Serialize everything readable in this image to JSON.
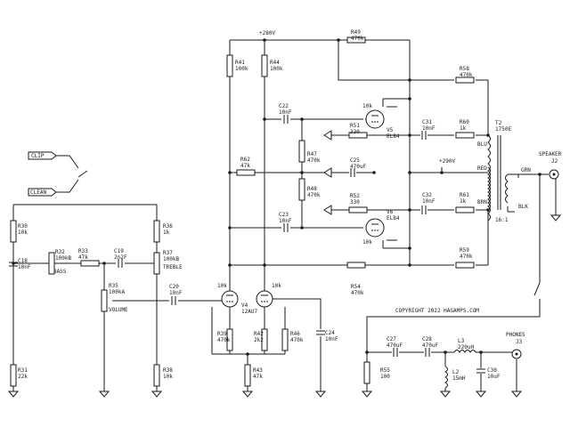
{
  "supply": {
    "hv": "+280V",
    "screen": "+290V"
  },
  "inputs": [
    {
      "id": "in-clip",
      "label": "CLIP"
    },
    {
      "id": "in-clean",
      "label": "CLEAN"
    }
  ],
  "resistors": [
    {
      "ref": "R30",
      "value": "10k"
    },
    {
      "ref": "R31",
      "value": "22k"
    },
    {
      "ref": "R32",
      "value": "100kB",
      "name": "BASS"
    },
    {
      "ref": "R33",
      "value": "47k"
    },
    {
      "ref": "R35",
      "value": "100kA",
      "name": "VOLUME"
    },
    {
      "ref": "R36",
      "value": "1k"
    },
    {
      "ref": "R37",
      "value": "100kB",
      "name": "TREBLE"
    },
    {
      "ref": "R38",
      "value": "10k"
    },
    {
      "ref": "R39",
      "value": "470k"
    },
    {
      "ref": "R41",
      "value": "100k"
    },
    {
      "ref": "R42",
      "value": "2k2"
    },
    {
      "ref": "R43",
      "value": "47k"
    },
    {
      "ref": "R44",
      "value": "100k"
    },
    {
      "ref": "R46",
      "value": "470k"
    },
    {
      "ref": "R47",
      "value": "470k"
    },
    {
      "ref": "R48",
      "value": "470k"
    },
    {
      "ref": "R49",
      "value": "470k"
    },
    {
      "ref": "R51",
      "value": "330"
    },
    {
      "ref": "R52",
      "value": "330"
    },
    {
      "ref": "R54",
      "value": "470k"
    },
    {
      "ref": "R55",
      "value": "100"
    },
    {
      "ref": "R58",
      "value": "470k"
    },
    {
      "ref": "R59",
      "value": "470k"
    },
    {
      "ref": "R60",
      "value": "1k"
    },
    {
      "ref": "R61",
      "value": "1k"
    },
    {
      "ref": "R62",
      "value": "47k"
    }
  ],
  "capacitors": [
    {
      "ref": "C18",
      "value": "10nF"
    },
    {
      "ref": "C19",
      "value": "2n2F"
    },
    {
      "ref": "C20",
      "value": "10nF"
    },
    {
      "ref": "C22",
      "value": "10nF"
    },
    {
      "ref": "C23",
      "value": "10nF"
    },
    {
      "ref": "C24",
      "value": "10nF"
    },
    {
      "ref": "C25",
      "value": "470uF"
    },
    {
      "ref": "C27",
      "value": "470uF"
    },
    {
      "ref": "C28",
      "value": "470uF"
    },
    {
      "ref": "C30",
      "value": "10uF"
    },
    {
      "ref": "C31",
      "value": "10nF"
    },
    {
      "ref": "C32",
      "value": "10nF"
    }
  ],
  "inductors": [
    {
      "ref": "L2",
      "value": "15mH"
    },
    {
      "ref": "L3",
      "value": "220uH"
    }
  ],
  "tubes": [
    {
      "ref": "V4",
      "type": "12AU7",
      "grid_a": "10k",
      "grid_b": "10k"
    },
    {
      "ref": "V5",
      "type": "EL84",
      "grid": "10k"
    },
    {
      "ref": "V6",
      "type": "EL84",
      "grid": "10k"
    }
  ],
  "transformer": {
    "ref": "T2",
    "part": "1750E",
    "ratio": "16:1",
    "taps": [
      "BLU",
      "RED",
      "BRN",
      "GRN",
      "BLK"
    ]
  },
  "jacks": [
    {
      "ref": "J2",
      "name": "SPEAKER"
    },
    {
      "ref": "J3",
      "name": "PHONES"
    }
  ],
  "copyright": "COPYRIGHT 2022 HAGAMPS.COM"
}
